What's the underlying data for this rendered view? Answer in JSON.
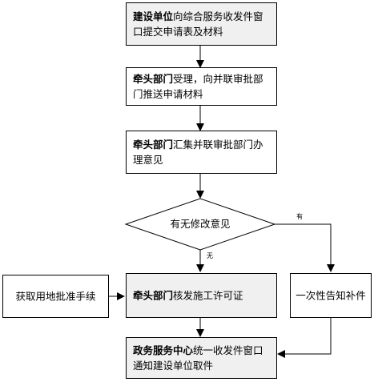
{
  "steps": {
    "s1": {
      "bold": "建设单位",
      "text": "向综合服务收发件窗口提交申请表及材料"
    },
    "s2": {
      "bold": "牵头部门",
      "text": "受理，向并联审批部门推送申请材料"
    },
    "s3": {
      "bold": "牵头部门",
      "text": "汇集并联审批部门办理意见"
    },
    "decision": {
      "text": "有无修改意见"
    },
    "s4": {
      "bold": "牵头部门",
      "text": "核发施工许可证"
    },
    "s5": {
      "bold": "政务服务中心",
      "text": "统一收发件窗口通知建设单位取件"
    },
    "side_left": {
      "text": "获取用地批准手续"
    },
    "side_right": {
      "text": "一次性告知补件"
    }
  },
  "edge_labels": {
    "yes": "有",
    "no": "无"
  }
}
